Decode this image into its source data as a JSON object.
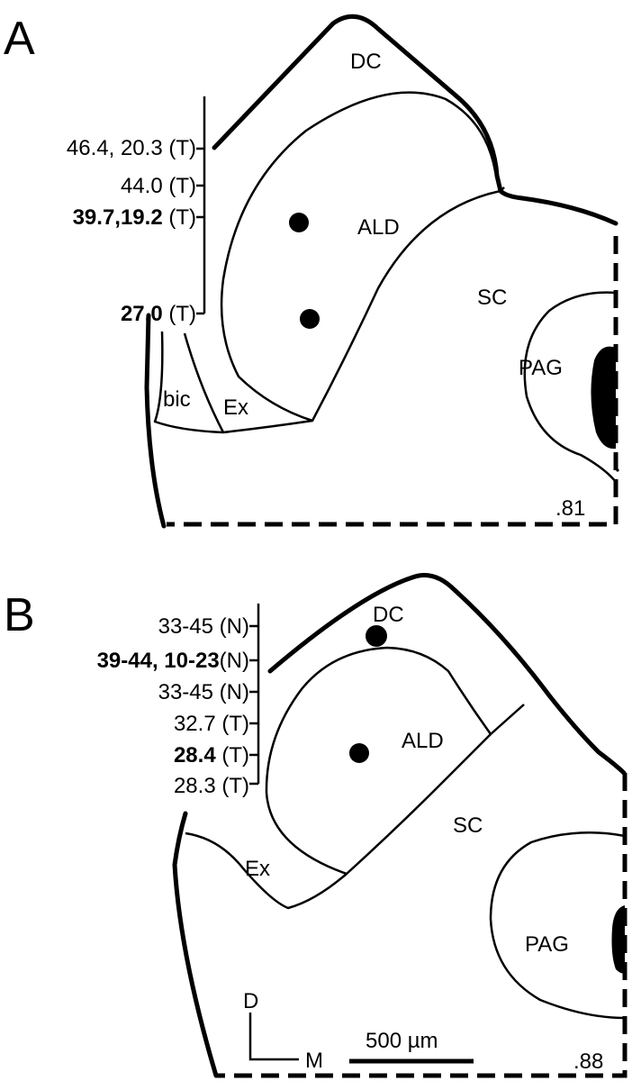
{
  "panels": [
    {
      "letter": "A",
      "regions": {
        "dc": "DC",
        "ald": "ALD",
        "sc": "SC",
        "pag": "PAG",
        "bic": "bic",
        "ex": "Ex"
      },
      "section_number": ".81",
      "track_sites": [
        {
          "value": "46.4, 20.3",
          "bold_part": "",
          "type": "(T)"
        },
        {
          "value": "44.0",
          "bold_part": "",
          "type": "(T)"
        },
        {
          "value": "",
          "bold_part": "39.7,19.2",
          "type": "(T)"
        },
        {
          "value": "",
          "bold_part": "27.0",
          "type": "(T)"
        }
      ]
    },
    {
      "letter": "B",
      "regions": {
        "dc": "DC",
        "ald": "ALD",
        "sc": "SC",
        "pag": "PAG",
        "ex": "Ex"
      },
      "section_number": ".88",
      "track_sites": [
        {
          "value": "33-45",
          "bold_part": "",
          "type": "(N)"
        },
        {
          "value": "",
          "bold_part": "39-44, 10-23",
          "type": "(N)"
        },
        {
          "value": "33-45",
          "bold_part": "",
          "type": "(N)"
        },
        {
          "value": "32.7",
          "bold_part": "",
          "type": "(T)"
        },
        {
          "value": "",
          "bold_part": "28.4",
          "type": "(T)"
        },
        {
          "value": "28.3",
          "bold_part": "",
          "type": "(T)"
        }
      ],
      "orientation": {
        "dorsal": "D",
        "medial": "M"
      },
      "scale_bar": "500 µm"
    }
  ]
}
